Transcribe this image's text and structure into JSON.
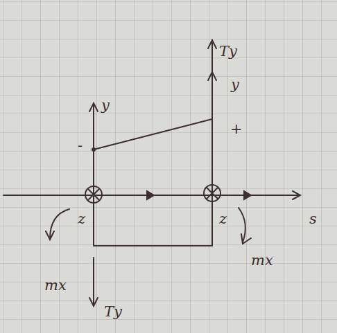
{
  "diagram": {
    "labels": [
      "Ty",
      "y",
      "y",
      "-",
      "+",
      "z",
      "z",
      "mx",
      "mx",
      "s",
      "Ty"
    ]
  }
}
